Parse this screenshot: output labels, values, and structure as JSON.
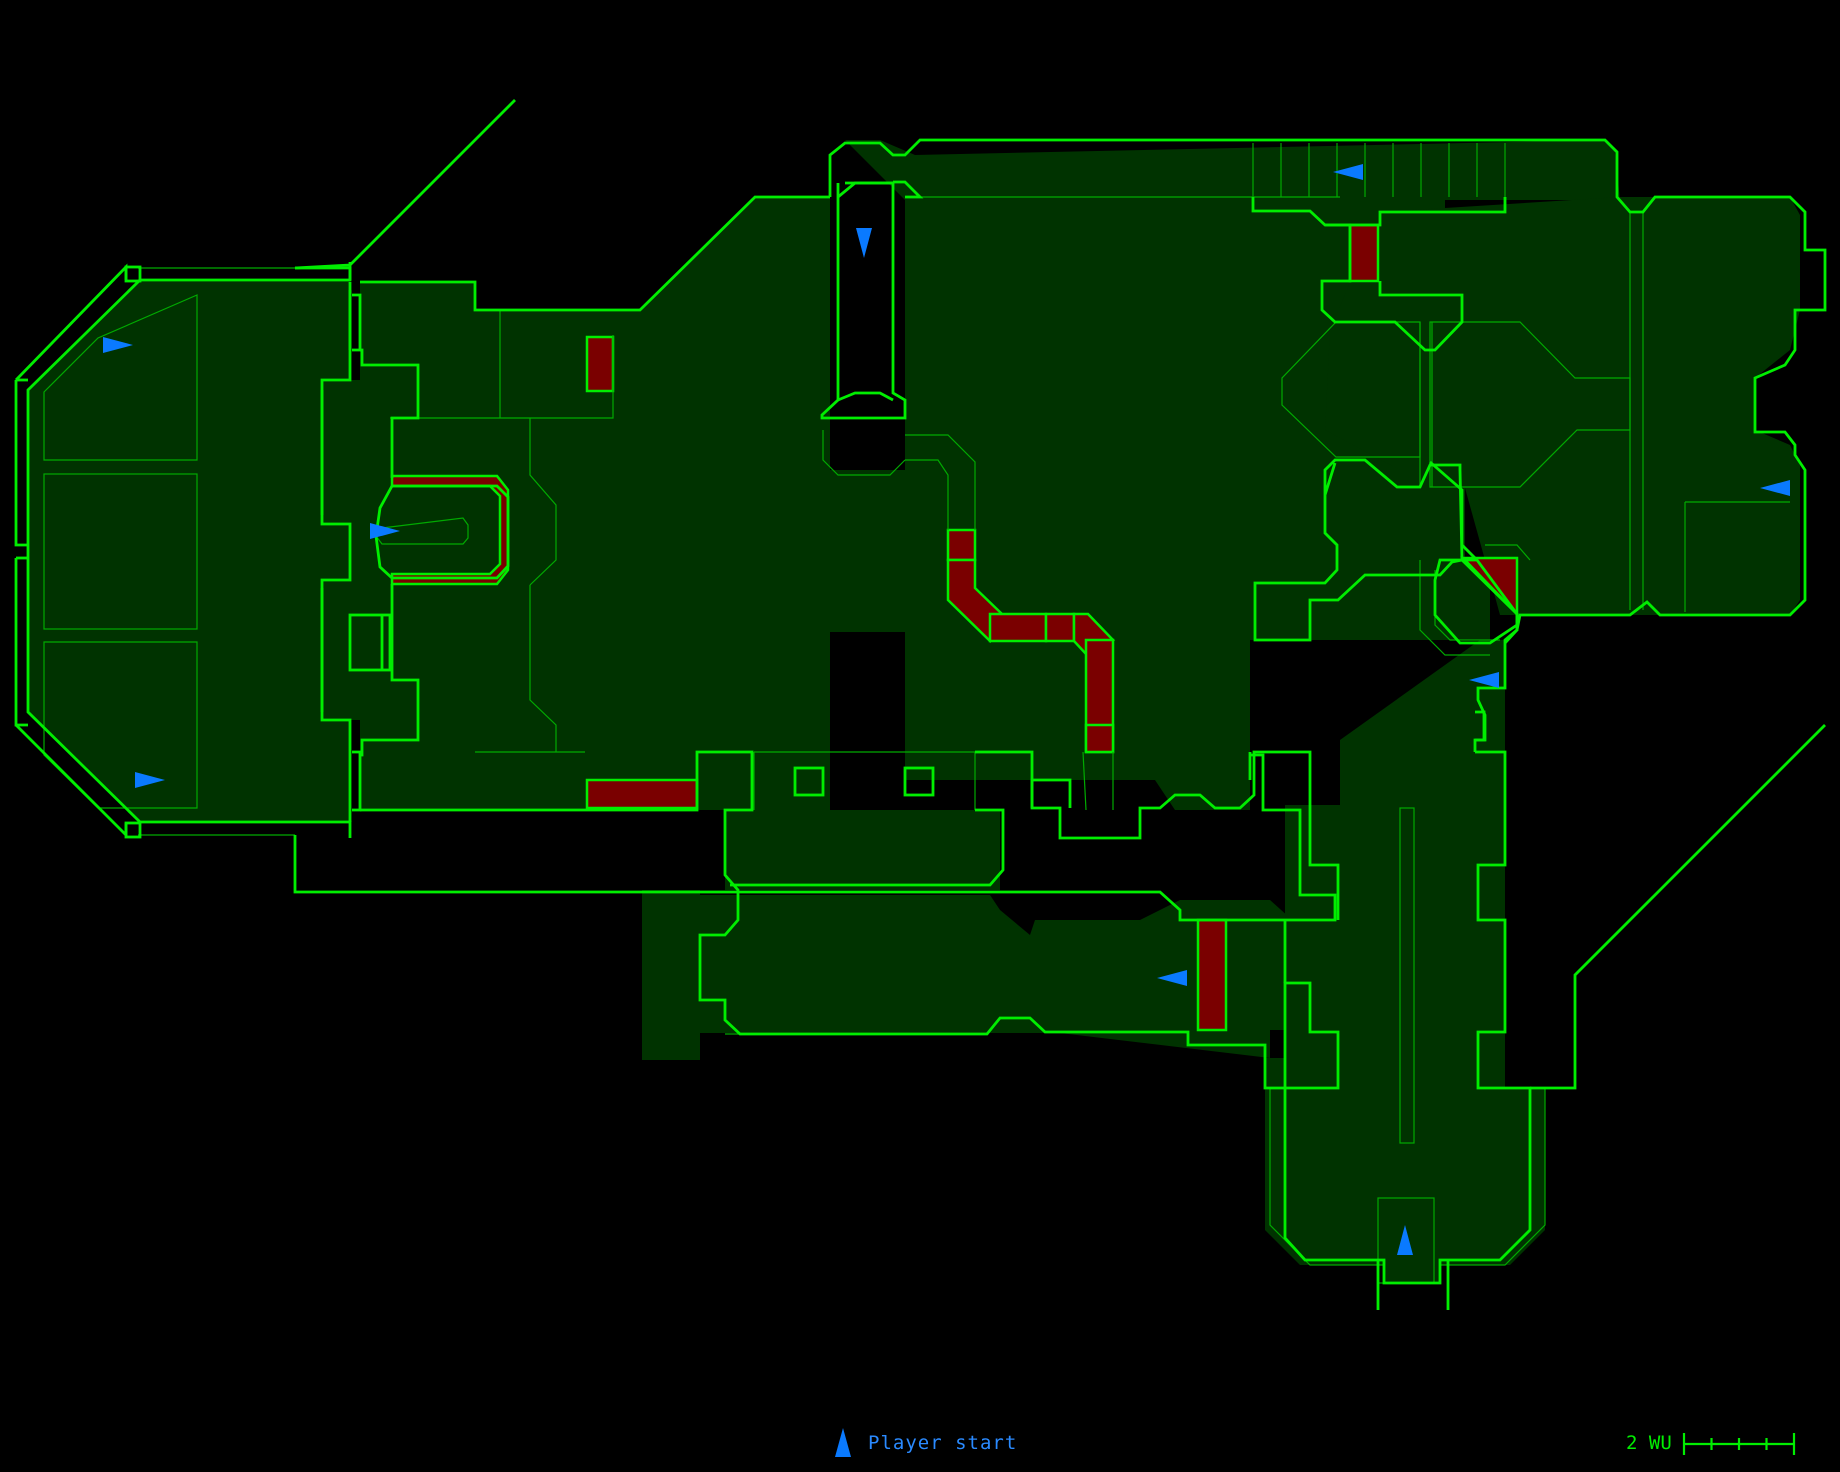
{
  "colors": {
    "background": "#000000",
    "floor": "#003300",
    "wall": "#00ee00",
    "inner_line": "#00aa00",
    "hazard": "#7a0000",
    "spawn": "#0a7aff"
  },
  "legend": {
    "spawn_label": "Player start",
    "spawn_icon": "player-start-icon"
  },
  "scale": {
    "label": "2 WU",
    "divisions": 4
  },
  "spawns": [
    {
      "id": "spawn-west-upper",
      "facing": "east"
    },
    {
      "id": "spawn-west-lower",
      "facing": "east"
    },
    {
      "id": "spawn-west-octagon",
      "facing": "east"
    },
    {
      "id": "spawn-north-corridor",
      "facing": "south"
    },
    {
      "id": "spawn-north-hall",
      "facing": "west"
    },
    {
      "id": "spawn-east-room",
      "facing": "west"
    },
    {
      "id": "spawn-east-passage",
      "facing": "west"
    },
    {
      "id": "spawn-south-hall",
      "facing": "west"
    },
    {
      "id": "spawn-south-exit",
      "facing": "north"
    }
  ]
}
